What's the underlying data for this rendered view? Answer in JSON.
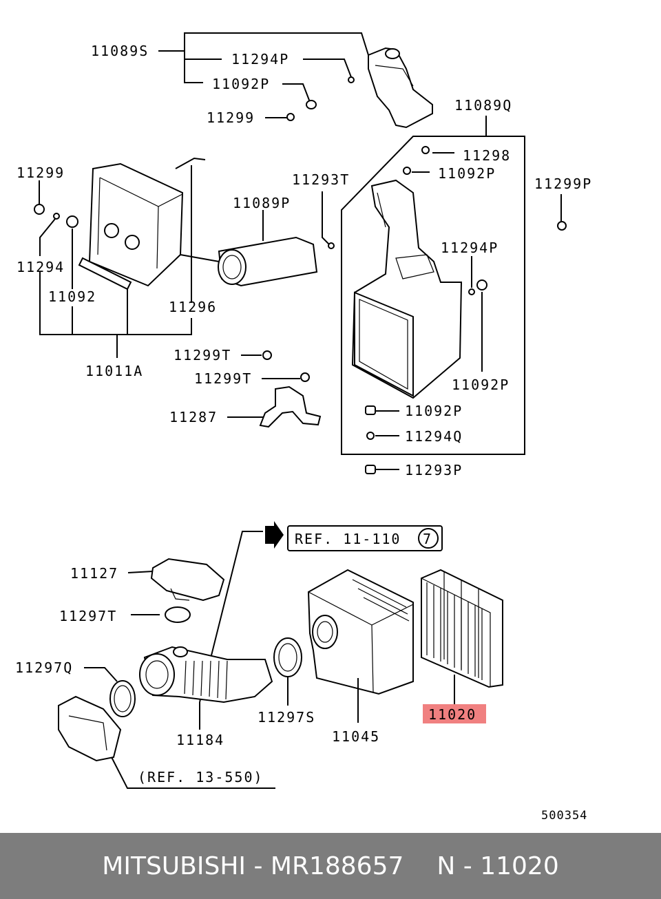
{
  "labels": {
    "p11089S": "11089S",
    "p11294P_top": "11294P",
    "p11092P_top": "11092P",
    "p11299_top": "11299",
    "p11089Q": "11089Q",
    "p11298": "11298",
    "p11092P_r1": "11092P",
    "p11299P": "11299P",
    "p11299_left": "11299",
    "p11293T": "11293T",
    "p11089P": "11089P",
    "p11294P_r": "11294P",
    "p11294_left": "11294",
    "p11092_left": "11092",
    "p11296": "11296",
    "p11092P_r2": "11092P",
    "p11299T_1": "11299T",
    "p11011A": "11011A",
    "p11299T_2": "11299T",
    "p11092P_r3": "11092P",
    "p11287": "11287",
    "p11294Q": "11294Q",
    "p11293P": "11293P",
    "ref_11_110": "REF. 11-110",
    "ref_11_110_circle": "7",
    "p11127": "11127",
    "p11297T": "11297T",
    "p11297Q": "11297Q",
    "p11297S": "11297S",
    "p11184": "11184",
    "p11045": "11045",
    "p11020": "11020",
    "ref_13_550": "(REF. 13-550)",
    "diagram_code": "500354"
  },
  "highlight_color": "#f08080",
  "footer": {
    "brand_part": "MITSUBISHI - MR188657",
    "ref_part": "N - 11020"
  }
}
